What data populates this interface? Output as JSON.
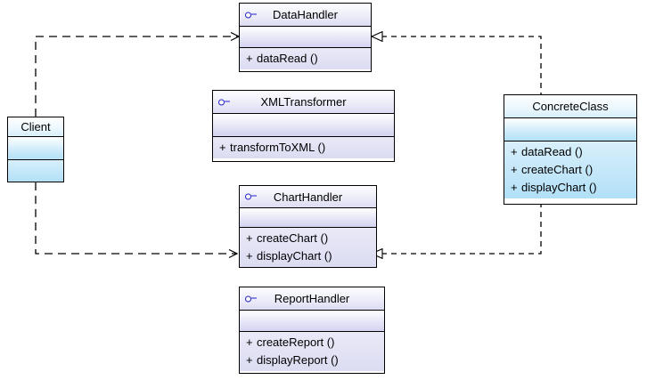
{
  "diagram": {
    "title": "UML class diagram",
    "background_color": "#ffffff",
    "interface_fill": "#dcdcf3",
    "concrete_fill": "#b3e1f7",
    "line_color": "#000000",
    "icon_color": "#2222cc"
  },
  "classes": {
    "data_handler": {
      "name": "DataHandler",
      "stereotype_icon": "interface-lollipop-icon",
      "attributes": [],
      "operations": [
        {
          "visibility": "+",
          "label": "dataRead ()"
        }
      ]
    },
    "xml_transformer": {
      "name": "XMLTransformer",
      "stereotype_icon": "interface-lollipop-icon",
      "attributes": [],
      "operations": [
        {
          "visibility": "+",
          "label": "transformToXML ()"
        }
      ]
    },
    "chart_handler": {
      "name": "ChartHandler",
      "stereotype_icon": "interface-lollipop-icon",
      "attributes": [],
      "operations": [
        {
          "visibility": "+",
          "label": "createChart ()"
        },
        {
          "visibility": "+",
          "label": "displayChart ()"
        }
      ]
    },
    "report_handler": {
      "name": "ReportHandler",
      "stereotype_icon": "interface-lollipop-icon",
      "attributes": [],
      "operations": [
        {
          "visibility": "+",
          "label": "createReport ()"
        },
        {
          "visibility": "+",
          "label": "displayReport ()"
        }
      ]
    },
    "concrete_class": {
      "name": "ConcreteClass",
      "stereotype_icon": "",
      "attributes": [],
      "operations": [
        {
          "visibility": "+",
          "label": "dataRead ()"
        },
        {
          "visibility": "+",
          "label": "createChart ()"
        },
        {
          "visibility": "+",
          "label": "displayChart ()"
        }
      ]
    },
    "client": {
      "name": "Client",
      "stereotype_icon": "",
      "attributes": [],
      "operations": []
    }
  },
  "relationships": [
    {
      "id": "client-to-datahandler",
      "type": "dependency",
      "line_style": "dashed",
      "arrowhead": "open-arrow",
      "from": "Client",
      "to": "DataHandler"
    },
    {
      "id": "client-to-charthandler",
      "type": "dependency",
      "line_style": "dashed",
      "arrowhead": "open-arrow",
      "from": "Client",
      "to": "ChartHandler"
    },
    {
      "id": "concreteclass-to-datahandler",
      "type": "realization",
      "line_style": "dashed",
      "arrowhead": "hollow-triangle",
      "from": "ConcreteClass",
      "to": "DataHandler"
    },
    {
      "id": "concreteclass-to-charthandler",
      "type": "realization",
      "line_style": "dashed",
      "arrowhead": "hollow-triangle",
      "from": "ConcreteClass",
      "to": "ChartHandler"
    }
  ]
}
